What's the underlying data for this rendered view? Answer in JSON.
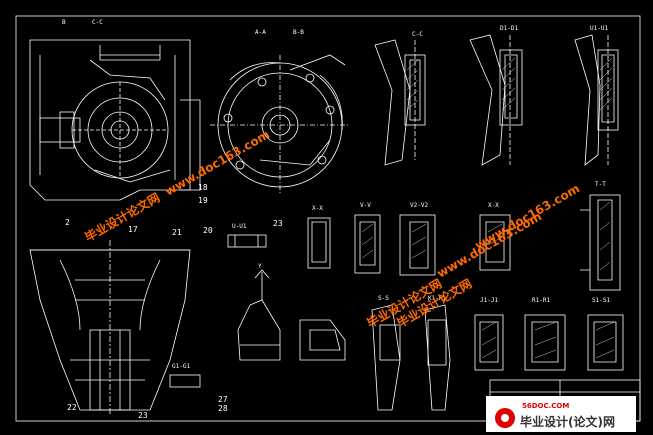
{
  "section_labels": {
    "b": "B",
    "c_c": "C-C",
    "a_a": "A-A",
    "b_b": "B-B",
    "c_c2": "C-C",
    "d1_d1": "D1-D1",
    "u1_u1": "U1-U1",
    "t_t": "T-T",
    "x_x": "X-X",
    "v_v": "V-V",
    "v2_v2": "V2-V2",
    "x_x2": "X-X",
    "u_u": "U-U1",
    "s_s": "S-S",
    "k1_k1": "K1-K1",
    "j1_j1": "J1-J1",
    "r1_r1": "R1-R1",
    "s1_s1": "S1-S1",
    "g1_g1": "G1-G1",
    "y": "Y"
  },
  "part_numbers": {
    "n17": "17",
    "n18": "18",
    "n19": "19",
    "n20": "20",
    "n21": "21",
    "n22": "22",
    "n23": "23",
    "n27": "27",
    "n28": "28",
    "n2": "2"
  },
  "watermarks": {
    "site1": "www.doc163.com",
    "site2": "www.doc163.com",
    "site3": "www.doc163.com",
    "cn1": "毕业设计论文网",
    "cn2": "毕业设计论文网",
    "cn3": "毕业设计论文网",
    "footer_site": "56DOC.COM",
    "footer_cn": "毕业设计(论文)网"
  },
  "colors": {
    "background": "#000000",
    "line": "#ffffff",
    "watermark": "#ff6a00",
    "watermark_red": "#e00000"
  }
}
